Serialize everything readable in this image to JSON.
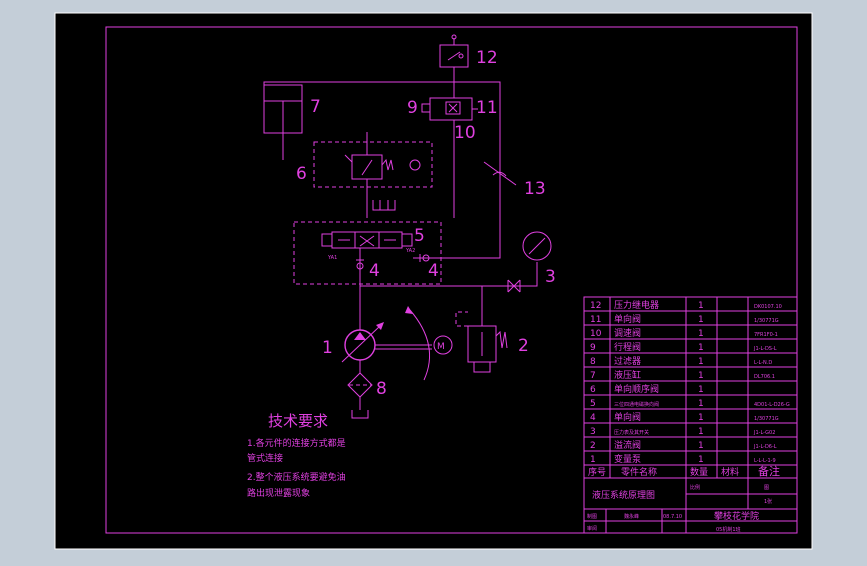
{
  "colors": {
    "backdrop": "#c4ced8",
    "sheet": "#000000",
    "line": "#e040e0",
    "frame": "#ffffff"
  },
  "labels": {
    "l1": "1",
    "l2": "2",
    "l3": "3",
    "l4a": "4",
    "l4b": "4",
    "l5": "5",
    "l6": "6",
    "l7": "7",
    "l8": "8",
    "l9": "9",
    "l10": "10",
    "l11": "11",
    "l12": "12",
    "l13": "13",
    "motor": "M",
    "ya1": "YA1",
    "ya2": "YA2"
  },
  "requirements": {
    "title": "技术要求",
    "line1a": "1.各元件的连接方式都是",
    "line1b": "管式连接",
    "line2a": "2.整个液压系统要避免油",
    "line2b": "路出现泄露现象"
  },
  "bom": [
    {
      "no": "12",
      "name": "压力继电器",
      "qty": "1",
      "code": "DK0107.10"
    },
    {
      "no": "11",
      "name": "单向阀",
      "qty": "1",
      "code": "1/30771G"
    },
    {
      "no": "10",
      "name": "调速阀",
      "qty": "1",
      "code": "7FR1F0-1"
    },
    {
      "no": "9",
      "name": "行程阀",
      "qty": "1",
      "code": "J1-L-DS-L"
    },
    {
      "no": "8",
      "name": "过滤器",
      "qty": "1",
      "code": "L-L-N.D"
    },
    {
      "no": "7",
      "name": "液压缸",
      "qty": "1",
      "code": "DL706.1"
    },
    {
      "no": "6",
      "name": "单向顺序阀",
      "qty": "1",
      "code": ""
    },
    {
      "no": "5",
      "name": "三位四通电磁换向阀",
      "qty": "1",
      "code": "4D01-L-D26-G"
    },
    {
      "no": "4",
      "name": "单向阀",
      "qty": "1",
      "code": "1/30771G"
    },
    {
      "no": "3",
      "name": "压力表及其开关",
      "qty": "1",
      "code": "J1-L-G02"
    },
    {
      "no": "2",
      "name": "溢流阀",
      "qty": "1",
      "code": "J1-L-D6-L"
    },
    {
      "no": "1",
      "name": "变量泵",
      "qty": "1",
      "code": "L-L-L-1-9"
    }
  ],
  "header": {
    "no": "序号",
    "name": "零件名称",
    "qty": "数量",
    "material": "材料",
    "remark": "备注"
  },
  "titleblock": {
    "ratio_label": "比例",
    "drawing_title": "液压系统原理图",
    "sheet": "1张",
    "designer_label": "制图",
    "designer": "魏永峰",
    "date": "08.7.10",
    "reviewer_label": "审阅",
    "school": "攀枝花学院",
    "class": "05机制1班",
    "mark": "图"
  }
}
